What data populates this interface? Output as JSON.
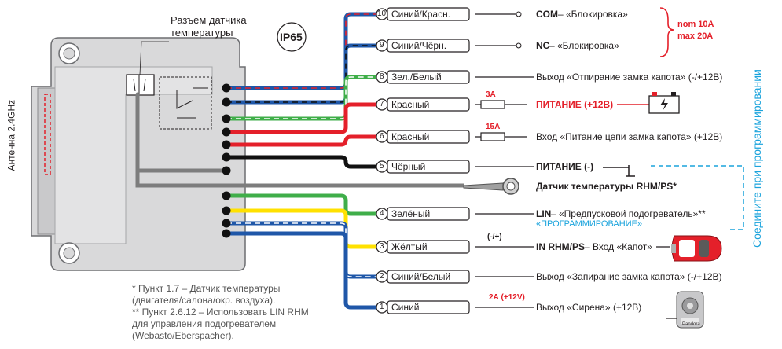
{
  "header": {
    "connector_label": "Разъем датчика температуры",
    "ip_badge": "IP65",
    "antenna_label": "Антенна 2.4GHz"
  },
  "relay": {
    "nom": "nom 10A",
    "max": "max 20A"
  },
  "wires": [
    {
      "num": "10",
      "label": "Синий/Красн.",
      "colors": [
        "#1f57a8",
        "#e4202a"
      ],
      "function": "COM – «Блокировка»"
    },
    {
      "num": "9",
      "label": "Синий/Чёрн.",
      "colors": [
        "#1f57a8",
        "#111111"
      ],
      "function": "NC – «Блокировка»"
    },
    {
      "num": "8",
      "label": "Зел./Белый",
      "colors": [
        "#3fae49",
        "#ffffff"
      ],
      "function": "Выход «Отпирание замка капота» (-/+12В)"
    },
    {
      "num": "7",
      "label": "Красный",
      "colors": [
        "#e4202a"
      ],
      "fuse": "3A",
      "function": "ПИТАНИЕ (+12В)"
    },
    {
      "num": "6",
      "label": "Красный",
      "colors": [
        "#e4202a"
      ],
      "fuse": "15A",
      "function": "Вход «Питание цепи замка капота» (+12В)"
    },
    {
      "num": "5",
      "label": "Чёрный",
      "colors": [
        "#111111"
      ],
      "function": "ПИТАНИЕ (-)"
    },
    {
      "num": "",
      "label": "",
      "colors": [
        "#7d7d7d"
      ],
      "function": "Датчик температуры RHM/PS*"
    },
    {
      "num": "4",
      "label": "Зелёный",
      "colors": [
        "#3fae49"
      ],
      "function": "LIN – «Предпусковой подогреватель»**",
      "function2": "«ПРОГРАММИРОВАНИЕ»"
    },
    {
      "num": "3",
      "label": "Жёлтый",
      "colors": [
        "#ffe100"
      ],
      "note": "(-/+)",
      "function": "IN RHM/PS – Вход «Капот»"
    },
    {
      "num": "2",
      "label": "Синий/Белый",
      "colors": [
        "#1f57a8",
        "#ffffff"
      ],
      "function": "Выход «Запирание замка капота» (-/+12В)"
    },
    {
      "num": "1",
      "label": "Синий",
      "colors": [
        "#1f57a8"
      ],
      "note": "2А (+12V)",
      "function": "Выход «Сирена» (+12В)"
    }
  ],
  "program_note": "Соедините при программировании",
  "footnotes": [
    "* Пункт 1.7 – Датчик температуры",
    "(двигателя/салона/окр. воздуха).",
    "** Пункт 2.6.12 – Использовать LIN RHM",
    "для управления подогревателем",
    "(Webasto/Eberspacher)."
  ],
  "siren_brand": "Pandora"
}
